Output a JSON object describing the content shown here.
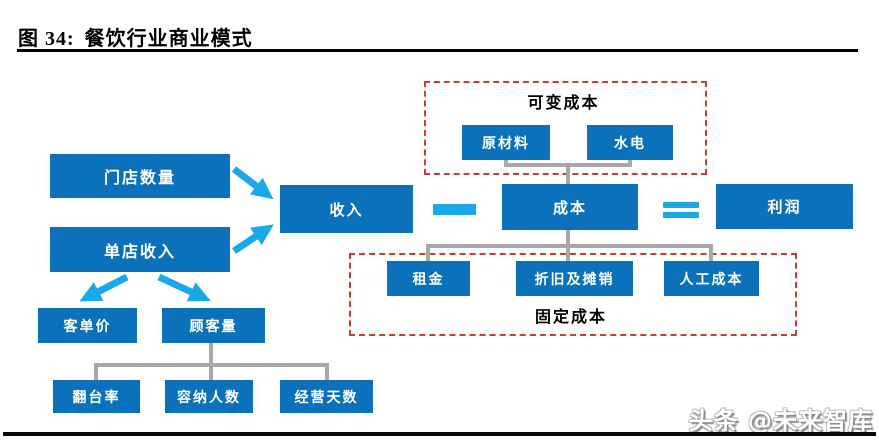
{
  "figure": {
    "label": "图 34:",
    "title": "餐饮行业商业模式"
  },
  "diagram": {
    "nodes": {
      "store_count": {
        "label": "门店数量"
      },
      "single_store_revenue": {
        "label": "单店收入"
      },
      "revenue": {
        "label": "收入"
      },
      "cost": {
        "label": "成本"
      },
      "profit": {
        "label": "利润"
      },
      "raw_materials": {
        "label": "原材料"
      },
      "utilities": {
        "label": "水电"
      },
      "rent": {
        "label": "租金"
      },
      "depreciation_amortization": {
        "label": "折旧及摊销"
      },
      "labor_cost": {
        "label": "人工成本"
      },
      "avg_ticket": {
        "label": "客单价"
      },
      "customer_volume": {
        "label": "顾客量"
      },
      "table_turnover": {
        "label": "翻台率"
      },
      "seating_capacity": {
        "label": "容纳人数"
      },
      "operating_days": {
        "label": "经营天数"
      }
    },
    "groups": {
      "variable_cost": {
        "label": "可变成本",
        "items": [
          "原材料",
          "水电"
        ]
      },
      "fixed_cost": {
        "label": "固定成本",
        "items": [
          "租金",
          "折旧及摊销",
          "人工成本"
        ]
      }
    },
    "operators": {
      "minus": "−",
      "equals": "="
    },
    "edges": [
      {
        "from": "门店数量",
        "to": "收入",
        "style": "cyan-arrow"
      },
      {
        "from": "单店收入",
        "to": "收入",
        "style": "cyan-arrow"
      },
      {
        "from": "单店收入",
        "to": "客单价",
        "style": "cyan-arrow"
      },
      {
        "from": "单店收入",
        "to": "顾客量",
        "style": "cyan-arrow"
      },
      {
        "from": "可变成本(原材料,水电)",
        "to": "成本",
        "style": "gray-line"
      },
      {
        "from": "成本",
        "to": "固定成本(租金,折旧及摊销,人工成本)",
        "style": "gray-line"
      },
      {
        "from": "顾客量",
        "to": "翻台率,容纳人数,经营天数",
        "style": "gray-line"
      },
      {
        "formula": "收入 − 成本 = 利润"
      }
    ]
  },
  "watermark": {
    "text": "头条 @未来智库"
  },
  "colors": {
    "node_blue": "#0a71ba",
    "accent_cyan": "#1aa9e8",
    "connector_gray": "#a8a8a8",
    "dashed_red": "#cf3b3b",
    "rule_black": "#000000"
  }
}
